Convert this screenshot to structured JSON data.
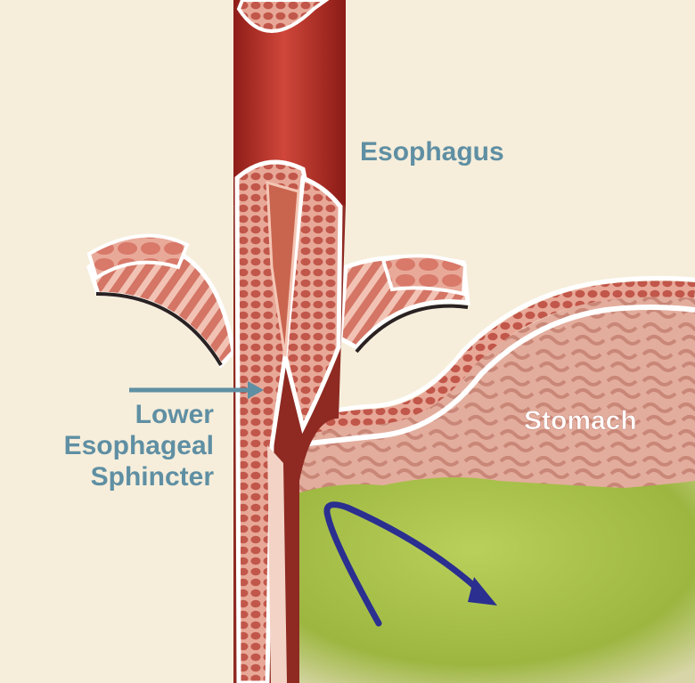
{
  "labels": {
    "esophagus": "Esophagus",
    "les_line1": "Lower",
    "les_line2": "Esophageal",
    "les_line3": "Sphincter",
    "stomach": "Stomach"
  },
  "colors": {
    "background": "#f6eedb",
    "esophagus": "#b8322a",
    "muscle_tissue": "#d9877a",
    "diaphragm": "#e5a090",
    "stomach_wall": "#d9877a",
    "stomach_lining": "#dfa99a",
    "gastric_contents": "#a8c14a",
    "label_text": "#5f8fa3",
    "stomach_label": "#ffffff",
    "pointer_arrow": "#5f8fa3",
    "reflux_arrow": "#2b2f8f"
  },
  "icons": {
    "pointer": "arrow-right-icon",
    "reflux": "curved-arrow-icon"
  }
}
